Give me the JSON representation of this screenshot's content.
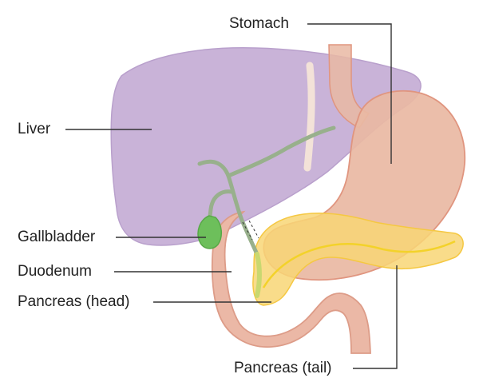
{
  "labels": {
    "stomach": "Stomach",
    "liver": "Liver",
    "gallbladder": "Gallbladder",
    "duodenum": "Duodenum",
    "pancreas_head": "Pancreas (head)",
    "pancreas_tail": "Pancreas (tail)"
  },
  "colors": {
    "liver": "#c9b3d8",
    "stomach": "#e9b8a3",
    "stomach_stroke": "#e0957f",
    "pancreas": "#f8d675",
    "pancreas_stroke": "#f5c842",
    "bile_duct": "#98b08c",
    "gallbladder": "#6dbf5b",
    "duodenum": "#ebb8a6",
    "leader_line": "#333333"
  }
}
